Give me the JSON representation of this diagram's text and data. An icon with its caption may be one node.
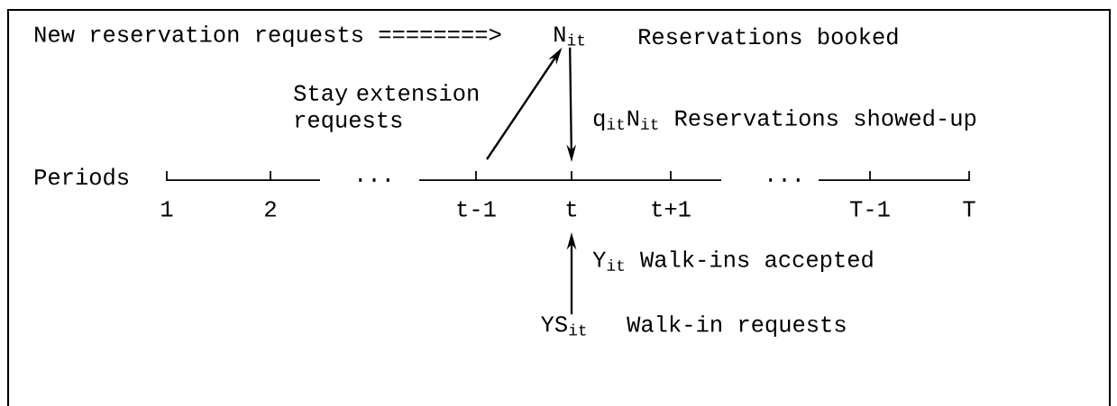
{
  "diagram": {
    "nodes": [
      {
        "text": [
          "N$_{it}$"
        ],
        "beside": [
          "Reservations booked"
        ]
      },
      {
        "text": [
          "YS$_{it}$"
        ],
        "beside": [
          "Walk-in requests"
        ]
      }
    ],
    "edges": [
      {
        "from": null,
        "to": 0,
        "arrow": "to",
        "label": "Stay extension requests"
      },
      {
        "from": 0,
        "to": null,
        "arrow": "to",
        "label": "q$_{it}$N$_{it}$ Reservations showed-up"
      },
      {
        "from": 1,
        "to": null,
        "arrow": "to",
        "label": "Y$_{it}$ Walk-ins accepted"
      }
    ],
    "labels": [
      "New reservation requests ========>",
      "Periods",
      "1",
      "2",
      "...",
      "t-1",
      "t",
      "t+1",
      "...",
      "T-1",
      "T"
    ]
  }
}
